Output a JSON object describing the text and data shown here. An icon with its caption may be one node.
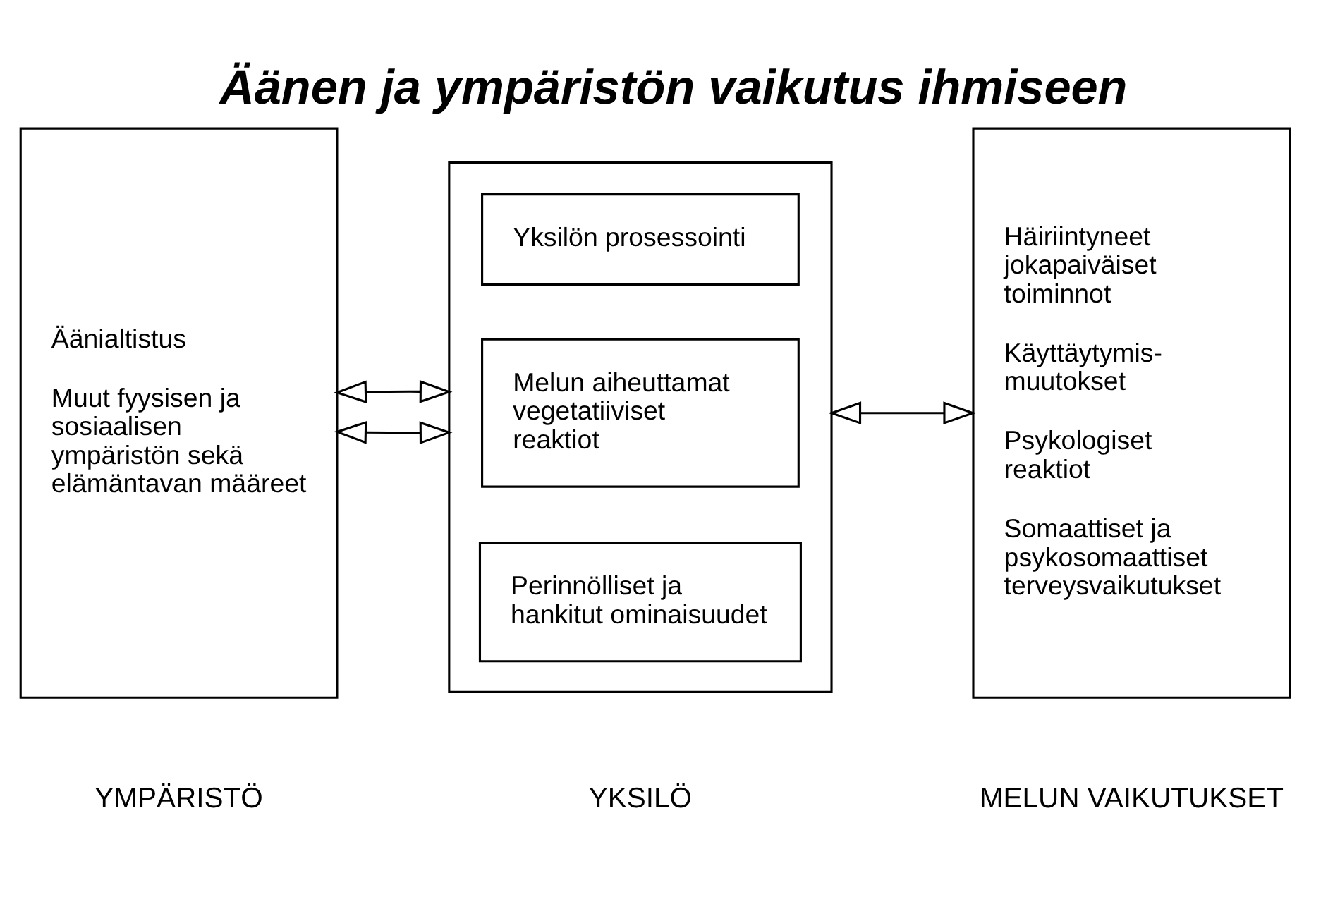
{
  "diagram": {
    "title": "Äänen ja ympäristön vaikutus ihmiseen",
    "nodes": [
      {
        "text": [
          "Äänialtistus",
          "Muut fyysisen ja sosiaalisen ympäristön sekä elämäntavan määreet"
        ]
      },
      {
        "text": [],
        "shape": "box"
      },
      {
        "text": [
          "Yksilön prosessointi"
        ],
        "in": 1
      },
      {
        "text": [
          "Melun aiheuttamat vegetatiiviset reaktiot"
        ],
        "in": 1
      },
      {
        "text": [
          "Perinnölliset ja hankitut ominaisuudet"
        ],
        "in": 1
      },
      {
        "text": [
          "Häiriintyneet jokapaiväiset toiminnot",
          "Käyttäytymis- muutokset",
          "Psykologiset reaktiot",
          "Somaattiset ja psykosomaattiset terveysvaikutukset"
        ]
      }
    ],
    "edges": [
      {
        "from": 0,
        "to": 1,
        "arrow": "both"
      },
      {
        "from": 0,
        "to": 1,
        "arrow": "both"
      },
      {
        "from": 1,
        "to": 5,
        "arrow": "both"
      }
    ],
    "labels": [
      "YMPÄRISTÖ",
      "YKSILÖ",
      "MELUN VAIKUTUKSET"
    ]
  }
}
